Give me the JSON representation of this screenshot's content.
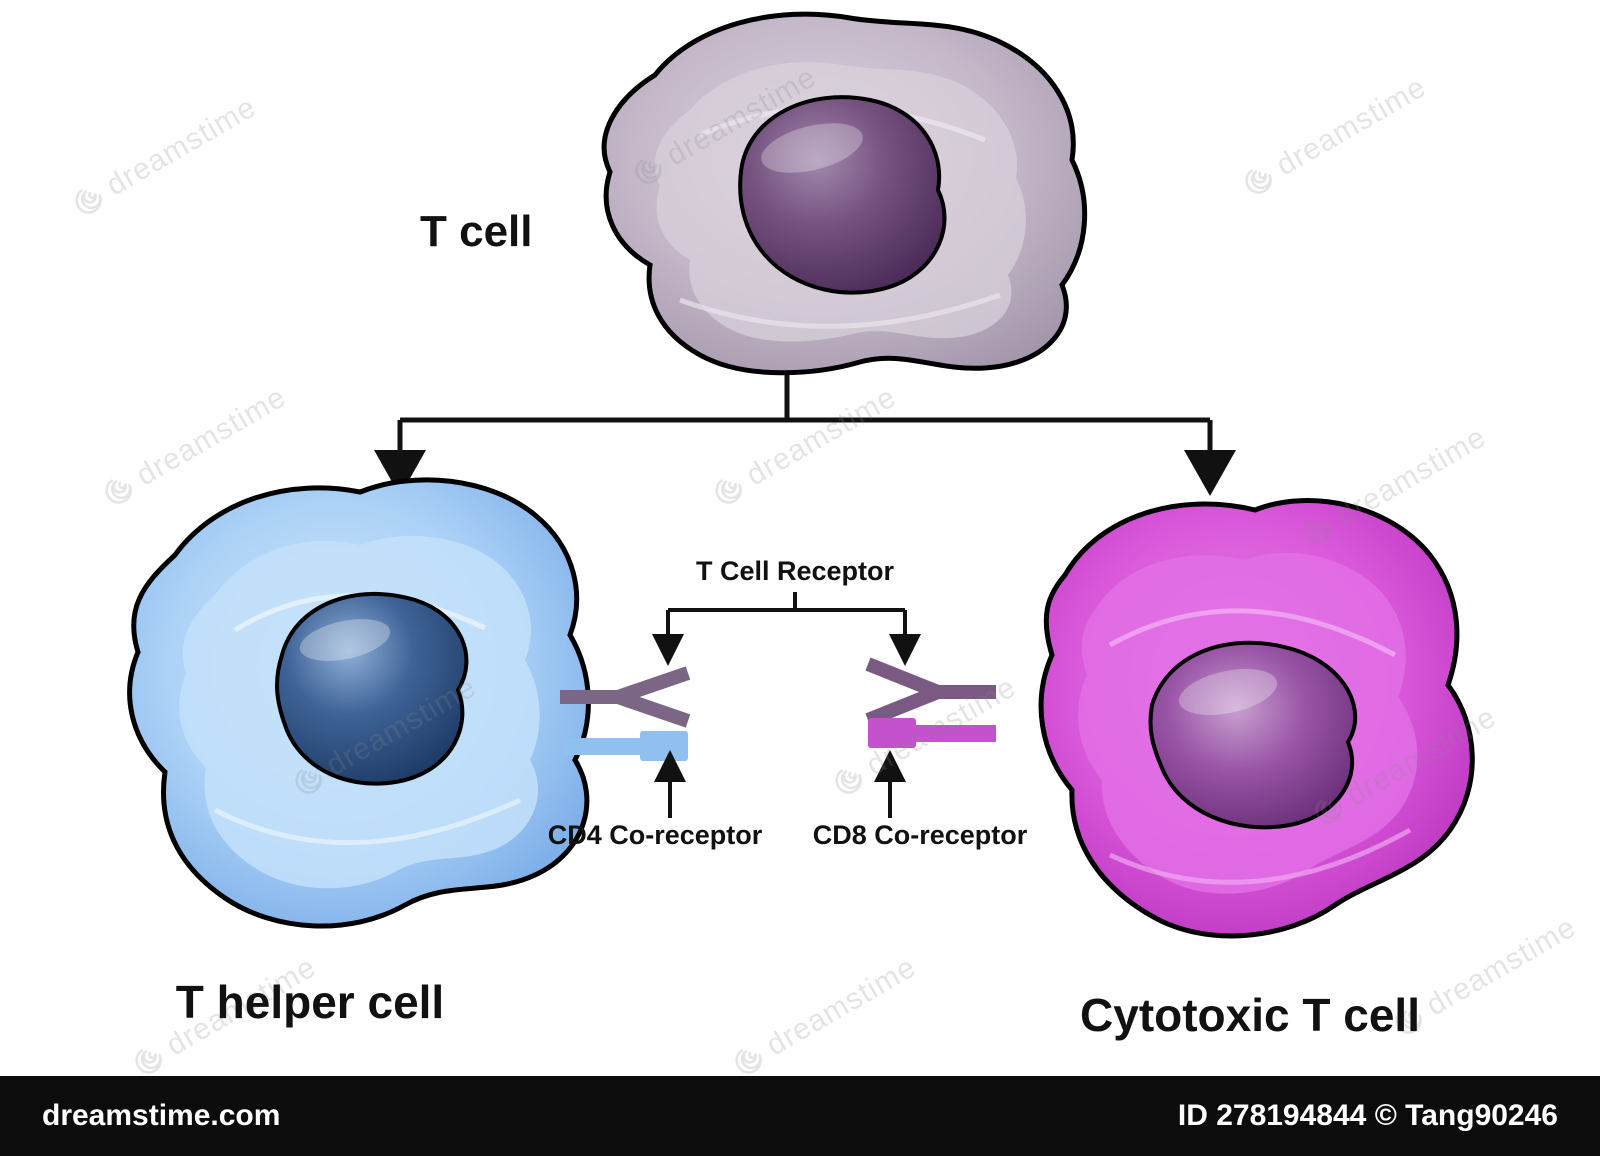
{
  "diagram": {
    "t_cell_label": "T cell",
    "helper_cell_label": "T helper cell",
    "cytotoxic_cell_label": "Cytotoxic T cell",
    "receptor_label": "T Cell Receptor",
    "cd4_label": "CD4 Co-receptor",
    "cd8_label": "CD8 Co-receptor"
  },
  "colors": {
    "t_cell_body": "#bfb3c4",
    "t_cell_nucleus": "#5c3a6b",
    "helper_body": "#8fbdf2",
    "helper_nucleus": "#2e4f80",
    "cytotoxic_body": "#d44fd8",
    "cytotoxic_nucleus": "#8b3d97",
    "tcr_left": "#7b6686",
    "tcr_right": "#7a5a82",
    "cd4_receptor": "#8fc0ef",
    "cd8_receptor": "#c352cc",
    "arrow": "#111111"
  },
  "watermark": {
    "text": "dreamstime"
  },
  "footer": {
    "site": "dreamstime.com",
    "credit": "ID 278194844 © Tang90246"
  }
}
